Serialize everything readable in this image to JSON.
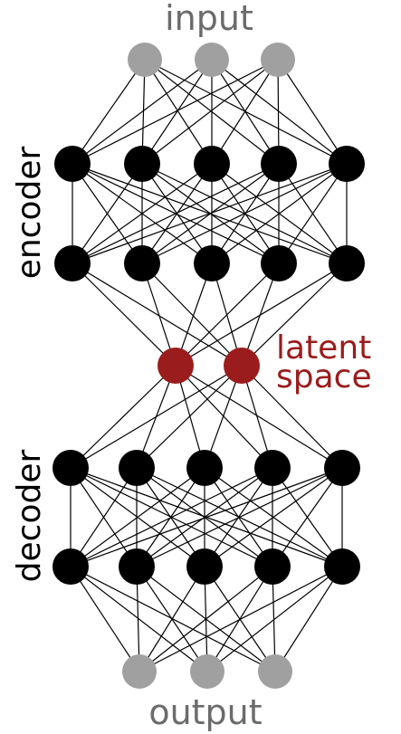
{
  "labels": {
    "input": "input",
    "encoder": "encoder",
    "latent_line1": "latent",
    "latent_line2": "space",
    "decoder": "decoder",
    "output": "output"
  },
  "colors": {
    "io_node": "#a0a0a0",
    "hidden_node": "#000000",
    "latent_node": "#9b1c1c",
    "edge": "#000000",
    "label_gray": "#6b6b6b",
    "label_red": "#9b1c1c"
  },
  "network": {
    "layers": [
      {
        "name": "input",
        "nodes": 3,
        "role": "io"
      },
      {
        "name": "encoder-1",
        "nodes": 5,
        "role": "hidden"
      },
      {
        "name": "encoder-2",
        "nodes": 5,
        "role": "hidden"
      },
      {
        "name": "latent",
        "nodes": 2,
        "role": "latent"
      },
      {
        "name": "decoder-1",
        "nodes": 5,
        "role": "hidden"
      },
      {
        "name": "decoder-2",
        "nodes": 5,
        "role": "hidden"
      },
      {
        "name": "output",
        "nodes": 3,
        "role": "io"
      }
    ],
    "connectivity": "fully-connected"
  }
}
